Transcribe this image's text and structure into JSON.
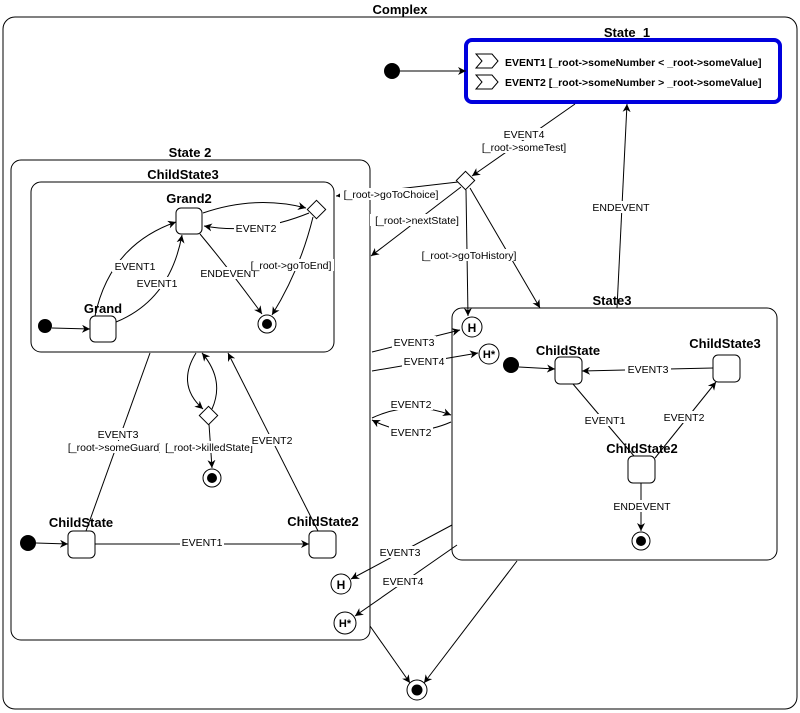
{
  "diagram": {
    "root_title": "Complex",
    "state1": {
      "title": "State_1",
      "rows": [
        "EVENT1 [_root->someNumber < _root->someValue]",
        "EVENT2 [_root->someNumber > _root->someValue]"
      ],
      "accent": "#0000dd"
    },
    "state2": {
      "title": "State 2",
      "child_state3": {
        "title": "ChildState3",
        "grand2": "Grand2",
        "grand": "Grand"
      },
      "child_state": "ChildState",
      "child_state2": "ChildState2"
    },
    "state3": {
      "title": "State3",
      "child_state": "ChildState",
      "child_state3": "ChildState3",
      "child_state2": "ChildState2",
      "history": "H",
      "deep_history": "H*"
    },
    "history_outer": "H",
    "deep_history_outer": "H*",
    "edges": {
      "event4_someTest": [
        "EVENT4",
        "[_root->someTest]"
      ],
      "endevent_top": "ENDEVENT",
      "goToChoice": "[_root->goToChoice]",
      "nextState": "[_root->nextState]",
      "goToHistory": "[_root->goToHistory]",
      "grand_event2": "EVENT2",
      "grand_endevent": "ENDEVENT",
      "goToEnd": "[_root->goToEnd]",
      "grand_event1_a": "EVENT1",
      "grand_event1_b": "EVENT1",
      "event3_h": "EVENT3",
      "event4_hstar": "EVENT4",
      "event2_a": "EVENT2",
      "event2_b": "EVENT2",
      "cs_event3_guard": [
        "EVENT3",
        "[_root->someGuard]"
      ],
      "killedState": "[_root->killedState]",
      "cs_event2": "EVENT2",
      "cs_event1": "EVENT1",
      "s3_event3": "EVENT3",
      "s3_event1": "EVENT1",
      "s3_event2": "EVENT2",
      "s3_endevent": "ENDEVENT",
      "out_event3": "EVENT3",
      "out_event4": "EVENT4"
    }
  }
}
